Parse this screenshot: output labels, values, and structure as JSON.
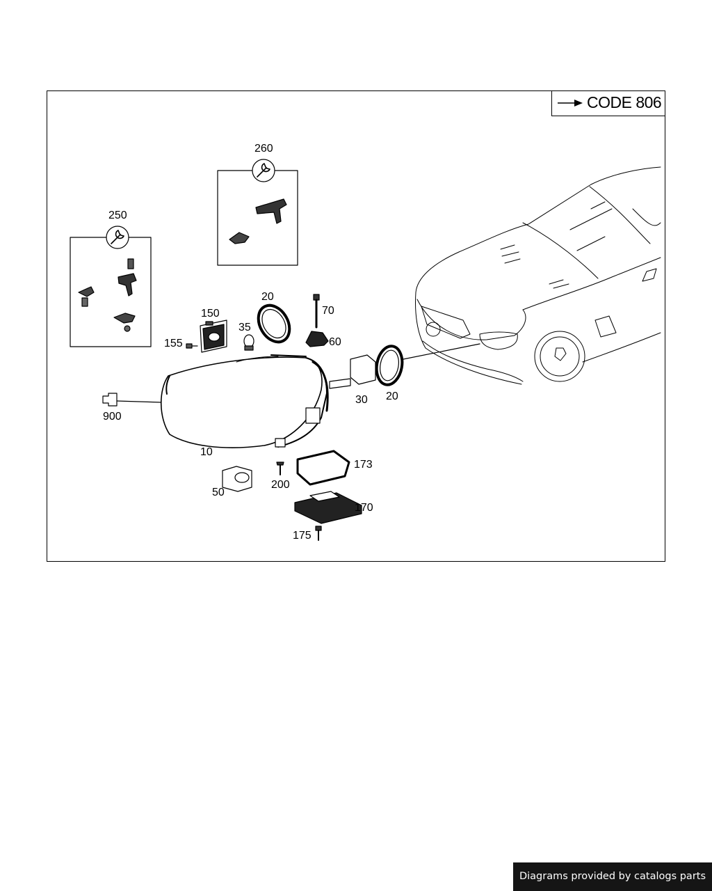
{
  "code_label": "CODE 806",
  "callouts": {
    "c250": "250",
    "c260": "260",
    "c150": "150",
    "c155": "155",
    "c35": "35",
    "c20a": "20",
    "c70": "70",
    "c60": "60",
    "c900": "900",
    "c10": "10",
    "c30": "30",
    "c20b": "20",
    "c173": "173",
    "c200": "200",
    "c50": "50",
    "c170": "170",
    "c175": "175"
  },
  "footer": "Diagrams provided by catalogs parts"
}
